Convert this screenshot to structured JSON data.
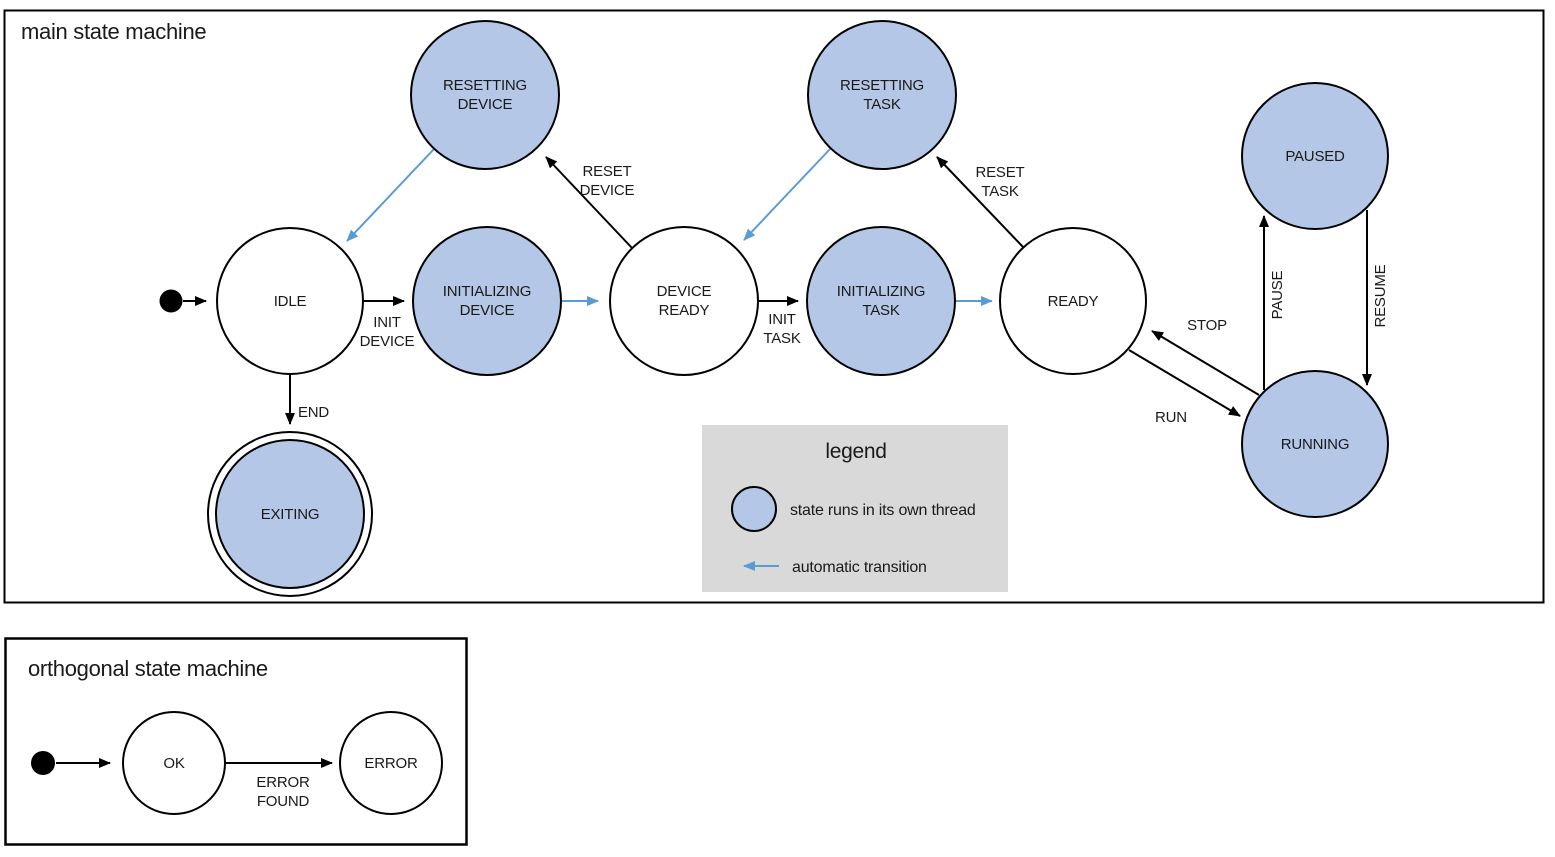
{
  "main": {
    "title": "main state machine",
    "states": {
      "idle": {
        "label": "IDLE"
      },
      "resetting_device": {
        "label1": "RESETTING",
        "label2": "DEVICE"
      },
      "initializing_device": {
        "label1": "INITIALIZING",
        "label2": "DEVICE"
      },
      "device_ready": {
        "label1": "DEVICE",
        "label2": "READY"
      },
      "resetting_task": {
        "label1": "RESETTING",
        "label2": "TASK"
      },
      "initializing_task": {
        "label1": "INITIALIZING",
        "label2": "TASK"
      },
      "ready": {
        "label": "READY"
      },
      "paused": {
        "label": "PAUSED"
      },
      "running": {
        "label": "RUNNING"
      },
      "exiting": {
        "label": "EXITING"
      }
    },
    "transitions": {
      "init_device": {
        "label1": "INIT",
        "label2": "DEVICE"
      },
      "reset_device": {
        "label1": "RESET",
        "label2": "DEVICE"
      },
      "init_task": {
        "label1": "INIT",
        "label2": "TASK"
      },
      "reset_task": {
        "label1": "RESET",
        "label2": "TASK"
      },
      "run": {
        "label": "RUN"
      },
      "stop": {
        "label": "STOP"
      },
      "pause": {
        "label": "PAUSE"
      },
      "resume": {
        "label": "RESUME"
      },
      "end": {
        "label": "END"
      }
    }
  },
  "legend": {
    "title": "legend",
    "items": [
      {
        "symbol": "threaded-state-circle",
        "label": "state runs in its own thread"
      },
      {
        "symbol": "automatic-transition-arrow",
        "label": "automatic transition"
      }
    ]
  },
  "orthogonal": {
    "title": "orthogonal state machine",
    "states": {
      "ok": {
        "label": "OK"
      },
      "error": {
        "label": "ERROR"
      }
    },
    "transitions": {
      "error_found": {
        "label1": "ERROR",
        "label2": "FOUND"
      }
    }
  },
  "colors": {
    "threaded_state_fill": "#b4c7e7",
    "state_stroke": "#000000",
    "transition_black": "#000000",
    "automatic_transition_blue": "#5b9bd5",
    "legend_background": "#d9d9d9",
    "text": "#1a1a1a"
  }
}
